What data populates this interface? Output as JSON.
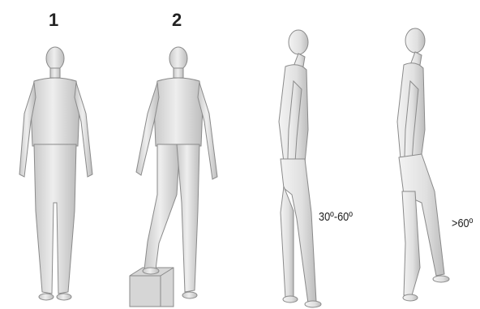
{
  "panels": {
    "front_1": {
      "label": "1"
    },
    "front_2": {
      "label": "2"
    },
    "side_1": {
      "angle_label": "30º-60º"
    },
    "side_2": {
      "angle_label": ">60º"
    }
  },
  "colors": {
    "figure_fill": "#e2e2e2",
    "figure_shade": "#b4b4b4",
    "figure_stroke": "#8a8a8a",
    "box_fill": "#d6d6d6",
    "text": "#222222"
  }
}
